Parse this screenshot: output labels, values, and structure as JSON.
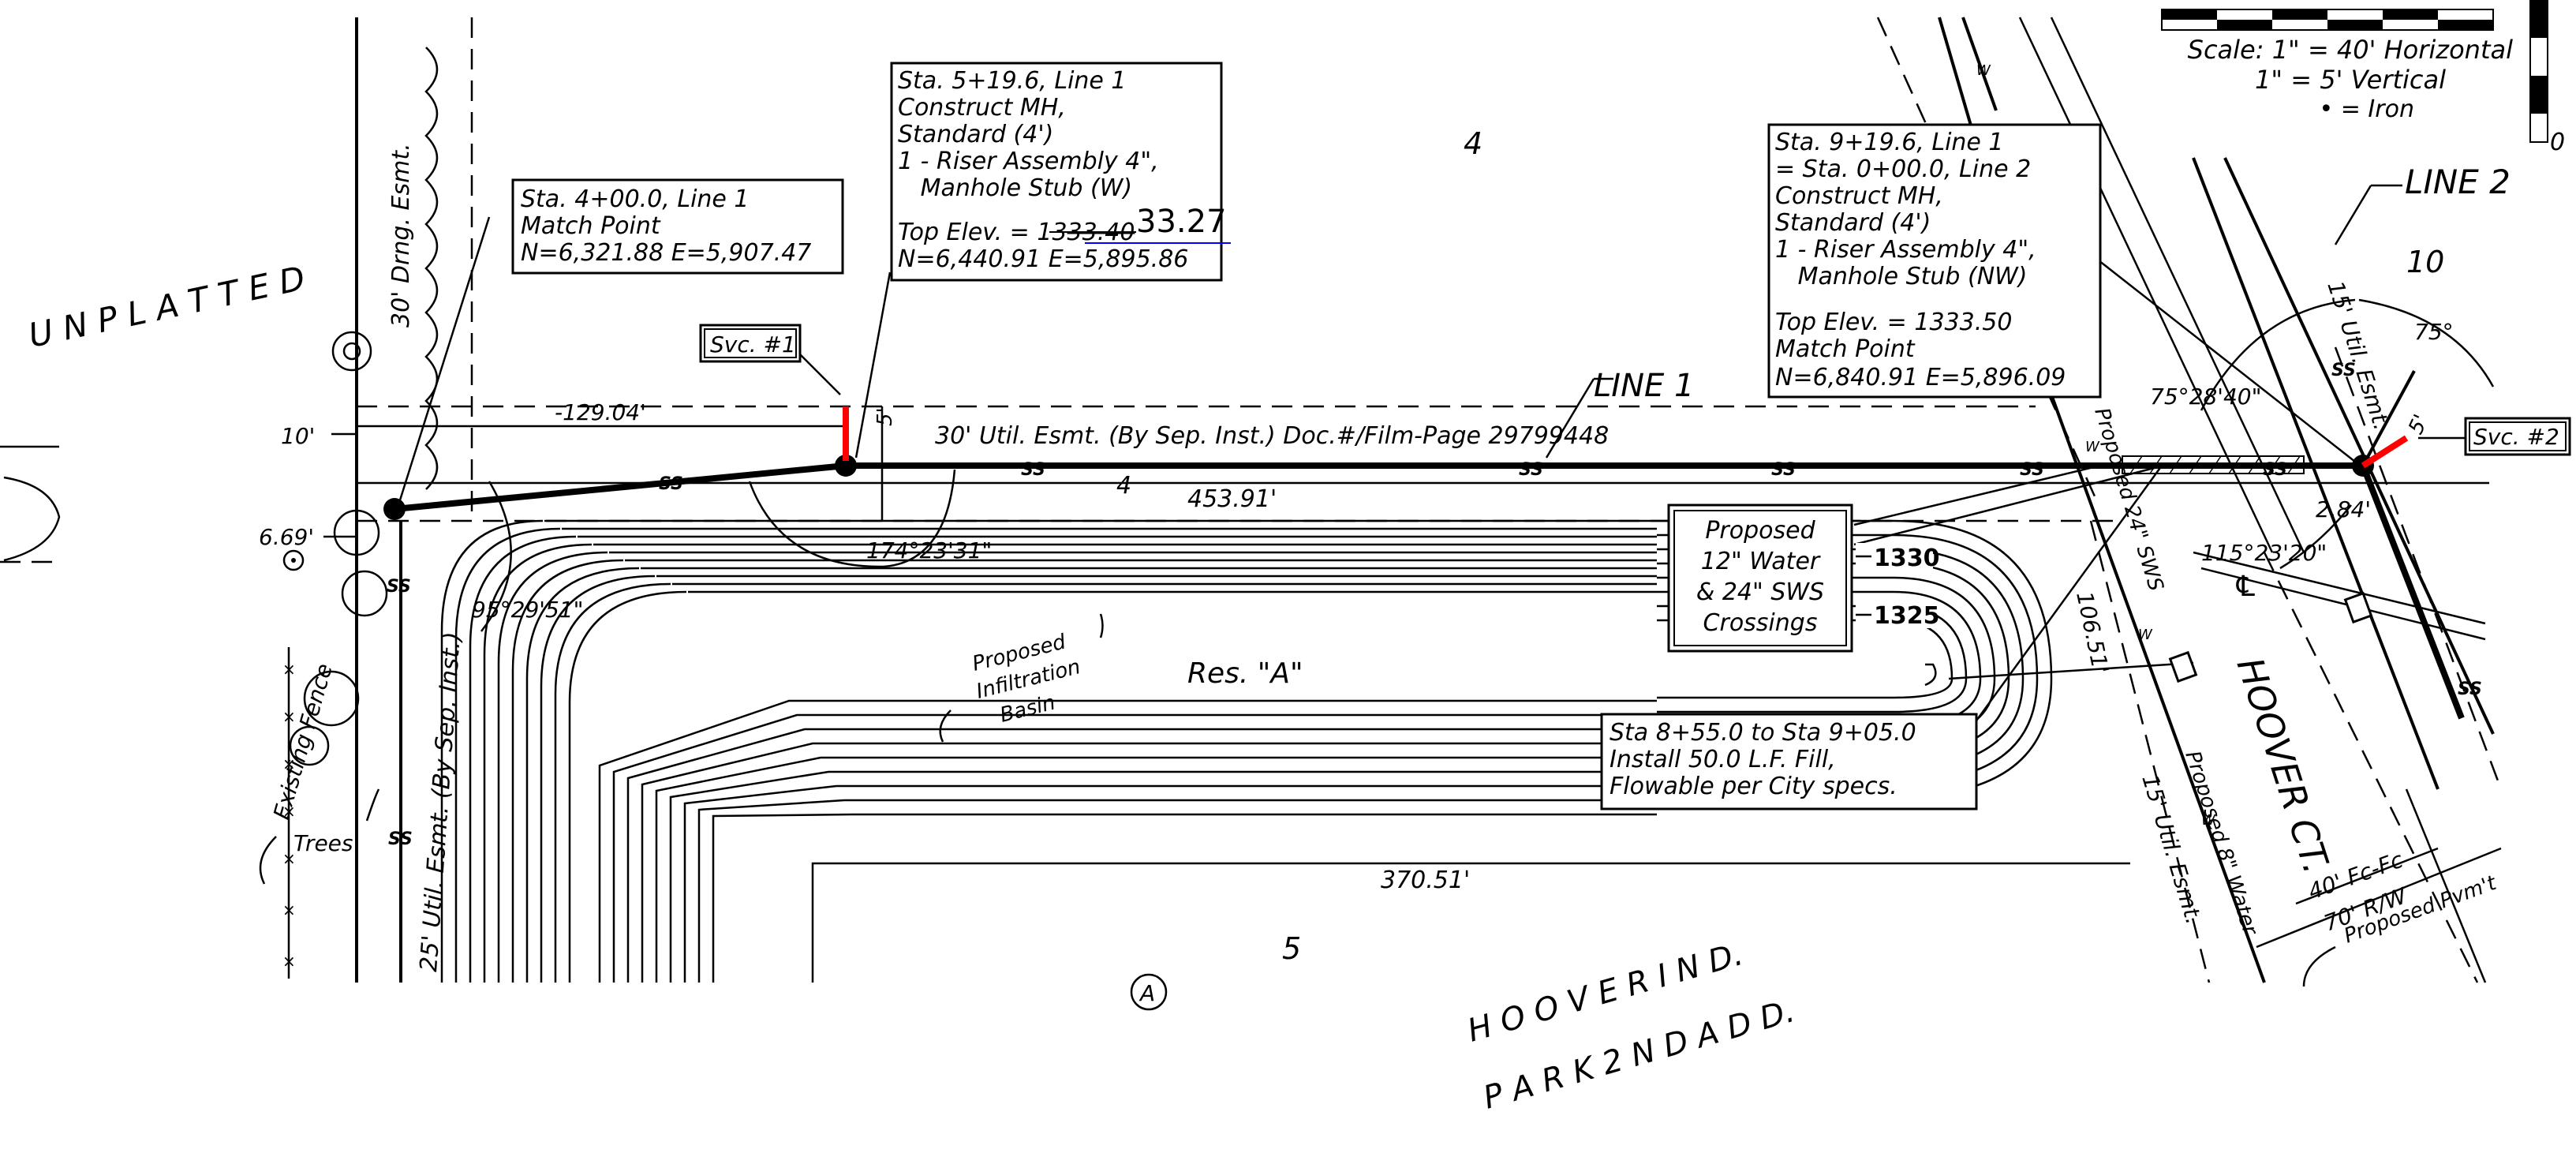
{
  "colors": {
    "ink": "#000000",
    "revision": "#0000ff",
    "service": "#ff0000",
    "background": "#ffffff"
  },
  "scale_block": {
    "line1": "Scale: 1\" = 40' Horizontal",
    "line2": "1\" = 5' Vertical",
    "line3": "• = Iron",
    "vertical_zero": "0"
  },
  "area_labels": {
    "unplatted": "U N P L A T T E D",
    "lot_4": "4",
    "lot_10": "10",
    "lot_5": "5",
    "lot_4_small": "4",
    "reserve": "Res. \"A\"",
    "subdivision_line1": "H O O V E R   I N D.",
    "subdivision_line2": "P A R K   2 N D   A D D.",
    "street": "HOOVER CT.",
    "circle_a": "A"
  },
  "line_labels": {
    "line1": "LINE 1",
    "line2": "LINE 2"
  },
  "callouts": {
    "sta400": {
      "lines": [
        "Sta. 4+00.0, Line 1",
        "Match Point",
        "N=6,321.88  E=5,907.47"
      ]
    },
    "sta519": {
      "lines": [
        "Sta. 5+19.6, Line 1",
        "Construct MH,",
        "Standard (4')",
        "1 - Riser Assembly 4\",",
        "   Manhole Stub (W)"
      ],
      "top_elev_prefix": "Top Elev. = 13",
      "top_elev_struck": "33.40",
      "top_elev_revised": "33.27",
      "coords": "N=6,440.91  E=5,895.86"
    },
    "sta919": {
      "lines": [
        "Sta. 9+19.6, Line 1",
        "= Sta. 0+00.0, Line 2",
        "Construct MH,",
        "Standard (4')",
        "1 - Riser Assembly 4\",",
        "   Manhole Stub (NW)",
        "Top Elev. = 1333.50",
        "Match Point",
        "N=6,840.91  E=5,896.09"
      ]
    },
    "crossings": {
      "lines": [
        "Proposed",
        "12\" Water",
        "& 24\" SWS",
        "Crossings"
      ]
    },
    "fill": {
      "lines": [
        "Sta 8+55.0 to Sta 9+05.0",
        "Install 50.0 L.F. Fill,",
        "Flowable per City specs."
      ]
    },
    "svc1": "Svc. #1",
    "svc2": "Svc. #2"
  },
  "contours": {
    "c1330": "1330",
    "c1325": "1325"
  },
  "easements": {
    "drng_30": "30' Drng. Esmt.",
    "util_30": "30' Util. Esmt. (By Sep. Inst.)  Doc.#/Film-Page 29799448",
    "util_25": "25' Util. Esmt. (By Sep. Inst.)",
    "util_15_right": "15' Util. Esmt.",
    "util_15_top": "15' Util. Esmt."
  },
  "dimensions": {
    "d_129": "-129.04'",
    "d_10": "10'",
    "d_669": "6.69'",
    "d_5a": "5'",
    "d_453": "453.91'",
    "d_17423": "174°23'31\"",
    "d_9529": "95°29'51\"",
    "d_370": "370.51'",
    "d_7528": "75°28'40\"",
    "d_75": "75°",
    "d_5b": "5'",
    "d_284": "2.84'",
    "d_11523": "115°23'20\"",
    "d_10651": "106.51'",
    "d_40fc": "40' Fc-Fc",
    "d_70rw": "70' R/W"
  },
  "notes": {
    "proposed_sws": "Proposed 24\" SWS",
    "proposed_water": "Proposed 8\" Water",
    "proposed_pvmt": "Proposed Pvm't",
    "infiltration": [
      "Proposed",
      "Infiltration",
      "Basin"
    ],
    "existing_fence": "Existing Fence",
    "trees": "Trees",
    "centerline": "℄",
    "ss": "SS",
    "w": "W"
  }
}
